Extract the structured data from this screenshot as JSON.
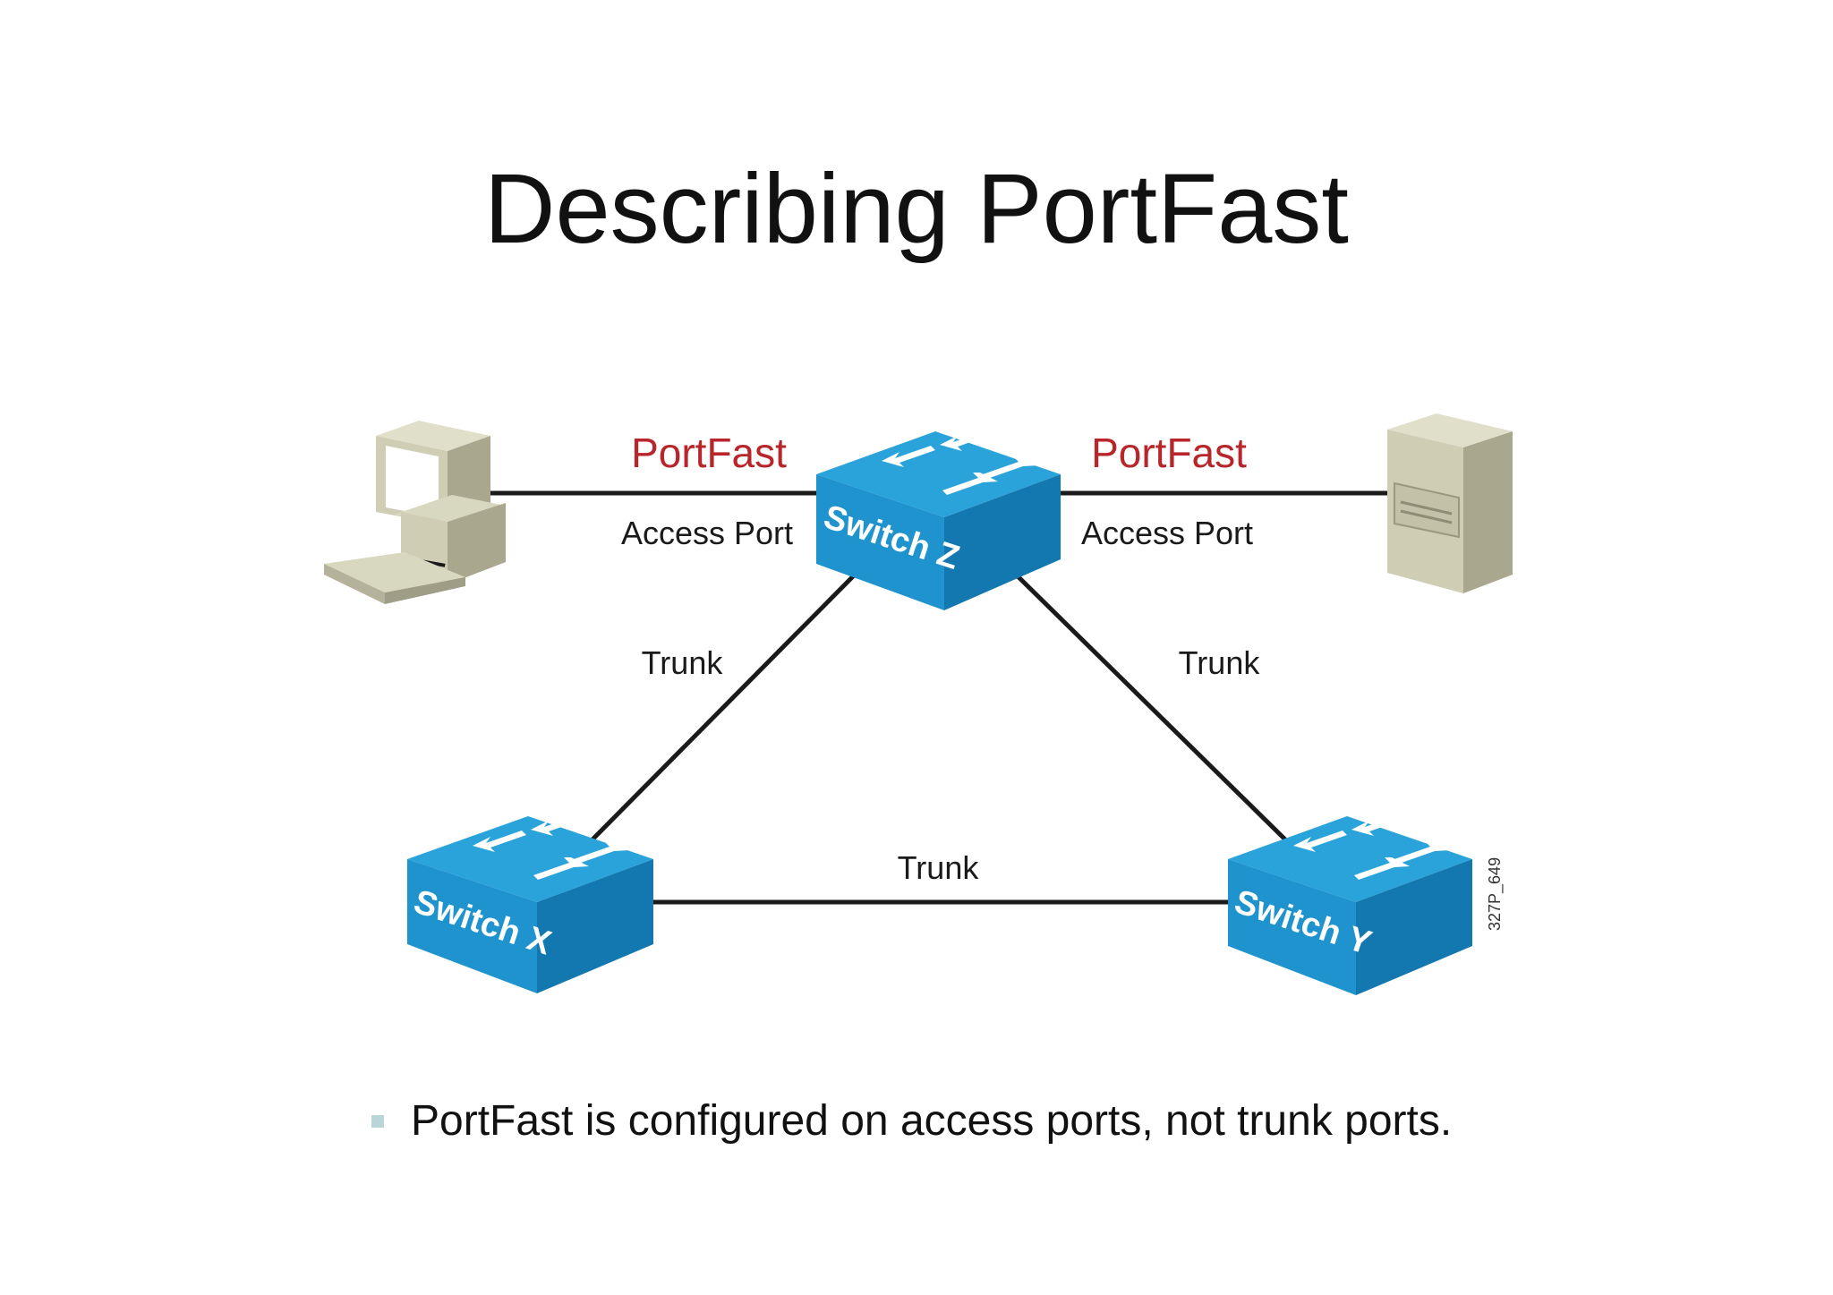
{
  "title": "Describing PortFast",
  "labels": {
    "portfast_left": "PortFast",
    "portfast_right": "PortFast",
    "access_left": "Access Port",
    "access_right": "Access Port",
    "trunk_left": "Trunk",
    "trunk_right": "Trunk",
    "trunk_bottom": "Trunk",
    "figure_id": "327P_649"
  },
  "nodes": {
    "switch_z": "Switch Z",
    "switch_x": "Switch X",
    "switch_y": "Switch Y",
    "pc": "pc-icon",
    "server": "server-icon"
  },
  "bullets": [
    "PortFast is configured on access ports, not trunk ports."
  ],
  "colors": {
    "portfast": "#b8262b",
    "switch_top": "#2aa3db",
    "switch_side": "#1b86c2",
    "device_beige": "#c9c8b0"
  }
}
